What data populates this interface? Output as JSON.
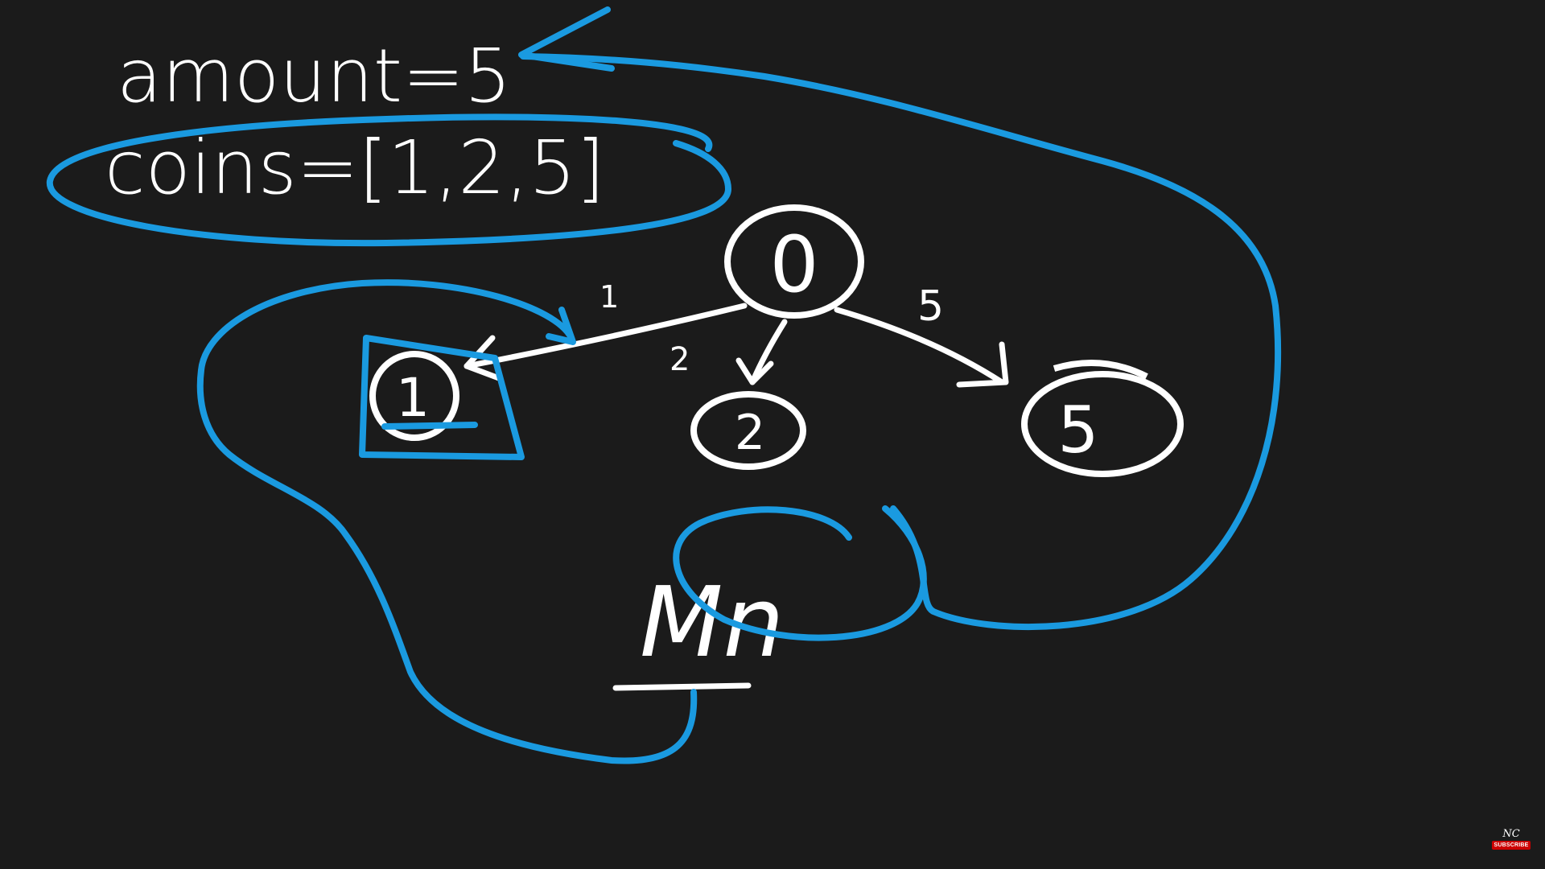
{
  "board": {
    "amount_label": "amount=5",
    "coins_label": "coins=[1,2,5]",
    "annotation": "Mn"
  },
  "tree": {
    "root": {
      "label": "0"
    },
    "children": [
      {
        "label": "1",
        "edge_label": "1"
      },
      {
        "label": "2",
        "edge_label": "2"
      },
      {
        "label": "5",
        "edge_label": "5"
      }
    ]
  },
  "overlay": {
    "subscribe_label": "SUBSCRIBE",
    "logo_text": "NC"
  },
  "colors": {
    "background": "#1b1b1b",
    "chalk": "#ffffff",
    "highlight": "#1a9ae0"
  }
}
